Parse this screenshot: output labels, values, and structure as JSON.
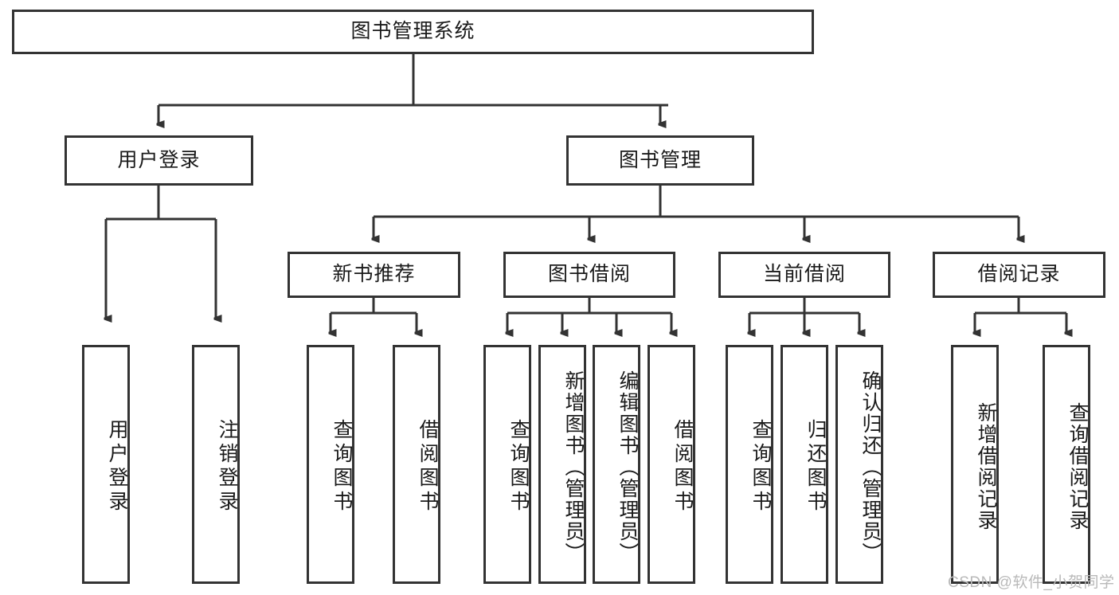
{
  "diagram": {
    "type": "tree",
    "root": {
      "label": "图书管理系统"
    },
    "level2": [
      {
        "label": "用户登录"
      },
      {
        "label": "图书管理"
      }
    ],
    "level3": [
      {
        "label": "新书推荐"
      },
      {
        "label": "图书借阅"
      },
      {
        "label": "当前借阅"
      },
      {
        "label": "借阅记录"
      }
    ],
    "leaves": [
      {
        "label": "用户登录"
      },
      {
        "label": "注销登录"
      },
      {
        "label": "查询图书"
      },
      {
        "label": "借阅图书"
      },
      {
        "label": "查询图书"
      },
      {
        "label": "新增图书（管理员）"
      },
      {
        "label": "编辑图书（管理员）"
      },
      {
        "label": "借阅图书"
      },
      {
        "label": "查询图书"
      },
      {
        "label": "归还图书"
      },
      {
        "label": "确认归还（管理员）"
      },
      {
        "label": "新增借阅记录"
      },
      {
        "label": "查询借阅记录"
      }
    ]
  },
  "colors": {
    "stroke": "#333333",
    "background": "#ffffff",
    "text": "#1a1a1a",
    "watermark": "#b9b9b9"
  },
  "watermark": {
    "text": "CSDN @软件_小贺同学"
  }
}
